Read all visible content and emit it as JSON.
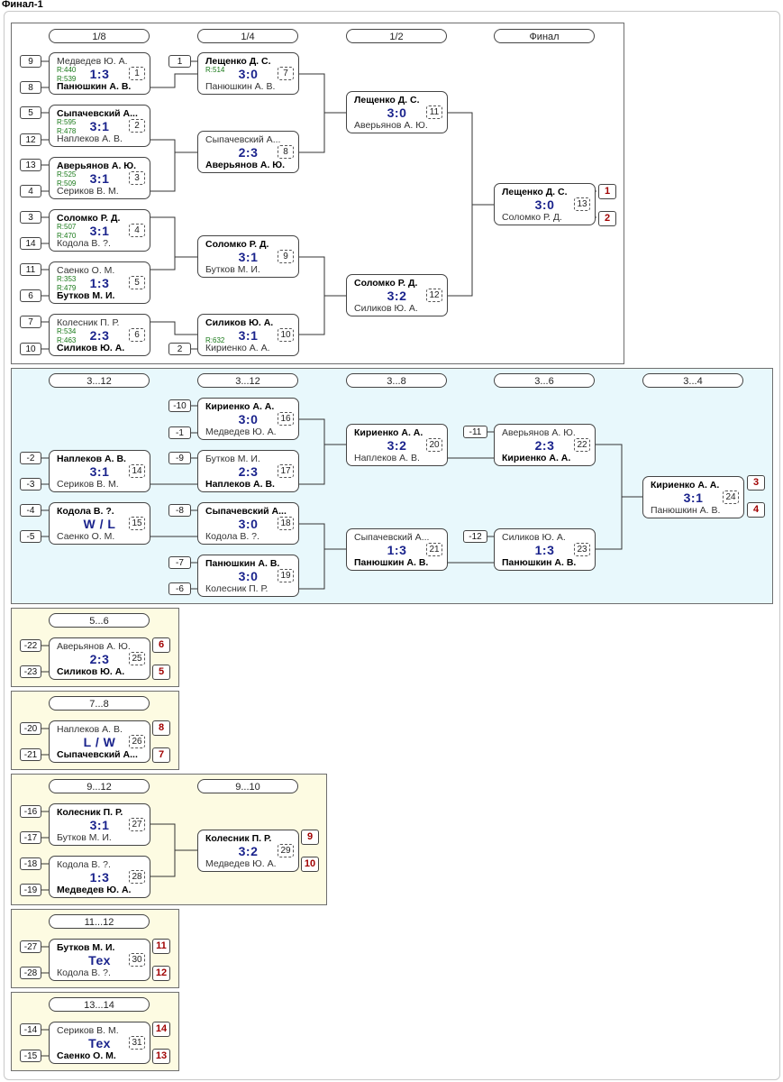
{
  "title": "Финал-1",
  "headers": [
    {
      "label": "1/8"
    },
    {
      "label": "1/4"
    },
    {
      "label": "1/2"
    },
    {
      "label": "Финал"
    },
    {
      "label": "3...12"
    },
    {
      "label": "3...12"
    },
    {
      "label": "3...8"
    },
    {
      "label": "3...6"
    },
    {
      "label": "3...4"
    },
    {
      "label": "5...6"
    },
    {
      "label": "7...8"
    },
    {
      "label": "9...12"
    },
    {
      "label": "9...10"
    },
    {
      "label": "11...12"
    },
    {
      "label": "13...14"
    }
  ],
  "seeds": [
    {
      "label": "9"
    },
    {
      "label": "8"
    },
    {
      "label": "5"
    },
    {
      "label": "12"
    },
    {
      "label": "13"
    },
    {
      "label": "4"
    },
    {
      "label": "3"
    },
    {
      "label": "14"
    },
    {
      "label": "11"
    },
    {
      "label": "6"
    },
    {
      "label": "7"
    },
    {
      "label": "10"
    },
    {
      "label": "1"
    },
    {
      "label": "2"
    },
    {
      "label": "-10"
    },
    {
      "label": "-1"
    },
    {
      "label": "-9"
    },
    {
      "label": "-2"
    },
    {
      "label": "-3"
    },
    {
      "label": "-8"
    },
    {
      "label": "-4"
    },
    {
      "label": "-5"
    },
    {
      "label": "-7"
    },
    {
      "label": "-6"
    },
    {
      "label": "-11"
    },
    {
      "label": "-12"
    },
    {
      "label": "-22"
    },
    {
      "label": "-23"
    },
    {
      "label": "-20"
    },
    {
      "label": "-21"
    },
    {
      "label": "-16"
    },
    {
      "label": "-17"
    },
    {
      "label": "-18"
    },
    {
      "label": "-19"
    },
    {
      "label": "-27"
    },
    {
      "label": "-28"
    },
    {
      "label": "-14"
    },
    {
      "label": "-15"
    }
  ],
  "places": [
    {
      "label": "1"
    },
    {
      "label": "2"
    },
    {
      "label": "3"
    },
    {
      "label": "4"
    },
    {
      "label": "6"
    },
    {
      "label": "5"
    },
    {
      "label": "8"
    },
    {
      "label": "7"
    },
    {
      "label": "9"
    },
    {
      "label": "10"
    },
    {
      "label": "11"
    },
    {
      "label": "12"
    },
    {
      "label": "14"
    },
    {
      "label": "13"
    }
  ],
  "matches": [
    {
      "top": "Медведев Ю. А.",
      "bottom": "Панюшкин А. В.",
      "score": "1:3",
      "num": "1",
      "r1": "R:440",
      "r2": "R:539",
      "winner": "bottom"
    },
    {
      "top": "Сыпачевский А...",
      "bottom": "Наплеков А. В.",
      "score": "3:1",
      "num": "2",
      "r1": "R:595",
      "r2": "R:478",
      "winner": "top"
    },
    {
      "top": "Аверьянов А. Ю.",
      "bottom": "Сериков В. М.",
      "score": "3:1",
      "num": "3",
      "r1": "R:525",
      "r2": "R:509",
      "winner": "top"
    },
    {
      "top": "Соломко Р. Д.",
      "bottom": "Кодола В. ?.",
      "score": "3:1",
      "num": "4",
      "r1": "R:507",
      "r2": "R:470",
      "winner": "top"
    },
    {
      "top": "Саенко О. М.",
      "bottom": "Бутков М. И.",
      "score": "1:3",
      "num": "5",
      "r1": "R:353",
      "r2": "R:479",
      "winner": "bottom"
    },
    {
      "top": "Колесник П. Р.",
      "bottom": "Силиков Ю. А.",
      "score": "2:3",
      "num": "6",
      "r1": "R:534",
      "r2": "R:463",
      "winner": "bottom"
    },
    {
      "top": "Лещенко Д. С.",
      "bottom": "Панюшкин А. В.",
      "score": "3:0",
      "num": "7",
      "r1": "R:514",
      "r2": "",
      "winner": "top"
    },
    {
      "top": "Сыпачевский А...",
      "bottom": "Аверьянов А. Ю.",
      "score": "2:3",
      "num": "8",
      "r1": "",
      "r2": "",
      "winner": "bottom"
    },
    {
      "top": "Соломко Р. Д.",
      "bottom": "Бутков М. И.",
      "score": "3:1",
      "num": "9",
      "r1": "",
      "r2": "",
      "winner": "top"
    },
    {
      "top": "Силиков Ю. А.",
      "bottom": "Кириенко А. А.",
      "score": "3:1",
      "num": "10",
      "r1": "",
      "r2": "R:632",
      "winner": "top"
    },
    {
      "top": "Лещенко Д. С.",
      "bottom": "Аверьянов А. Ю.",
      "score": "3:0",
      "num": "11",
      "r1": "",
      "r2": "",
      "winner": "top"
    },
    {
      "top": "Соломко Р. Д.",
      "bottom": "Силиков Ю. А.",
      "score": "3:2",
      "num": "12",
      "r1": "",
      "r2": "",
      "winner": "top"
    },
    {
      "top": "Лещенко Д. С.",
      "bottom": "Соломко Р. Д.",
      "score": "3:0",
      "num": "13",
      "r1": "",
      "r2": "",
      "winner": "top"
    },
    {
      "top": "Кириенко А. А.",
      "bottom": "Медведев Ю. А.",
      "score": "3:0",
      "num": "16",
      "r1": "",
      "r2": "",
      "winner": "top"
    },
    {
      "top": "Бутков М. И.",
      "bottom": "Наплеков А. В.",
      "score": "2:3",
      "num": "17",
      "r1": "",
      "r2": "",
      "winner": "bottom"
    },
    {
      "top": "Наплеков А. В.",
      "bottom": "Сериков В. М.",
      "score": "3:1",
      "num": "14",
      "r1": "",
      "r2": "",
      "winner": "top"
    },
    {
      "top": "Сыпачевский А...",
      "bottom": "Кодола В. ?.",
      "score": "3:0",
      "num": "18",
      "r1": "",
      "r2": "",
      "winner": "top"
    },
    {
      "top": "Кодола В. ?.",
      "bottom": "Саенко О. М.",
      "score": "W / L",
      "num": "15",
      "r1": "",
      "r2": "",
      "winner": "top"
    },
    {
      "top": "Панюшкин А. В.",
      "bottom": "Колесник П. Р.",
      "score": "3:0",
      "num": "19",
      "r1": "",
      "r2": "",
      "winner": "top"
    },
    {
      "top": "Кириенко А. А.",
      "bottom": "Наплеков А. В.",
      "score": "3:2",
      "num": "20",
      "r1": "",
      "r2": "",
      "winner": "top"
    },
    {
      "top": "Сыпачевский А...",
      "bottom": "Панюшкин А. В.",
      "score": "1:3",
      "num": "21",
      "r1": "",
      "r2": "",
      "winner": "bottom"
    },
    {
      "top": "Аверьянов А. Ю.",
      "bottom": "Кириенко А. А.",
      "score": "2:3",
      "num": "22",
      "r1": "",
      "r2": "",
      "winner": "bottom"
    },
    {
      "top": "Силиков Ю. А.",
      "bottom": "Панюшкин А. В.",
      "score": "1:3",
      "num": "23",
      "r1": "",
      "r2": "",
      "winner": "bottom"
    },
    {
      "top": "Кириенко А. А.",
      "bottom": "Панюшкин А. В.",
      "score": "3:1",
      "num": "24",
      "r1": "",
      "r2": "",
      "winner": "top"
    },
    {
      "top": "Аверьянов А. Ю.",
      "bottom": "Силиков Ю. А.",
      "score": "2:3",
      "num": "25",
      "r1": "",
      "r2": "",
      "winner": "bottom"
    },
    {
      "top": "Наплеков А. В.",
      "bottom": "Сыпачевский А...",
      "score": "L / W",
      "num": "26",
      "r1": "",
      "r2": "",
      "winner": "bottom"
    },
    {
      "top": "Колесник П. Р.",
      "bottom": "Бутков М. И.",
      "score": "3:1",
      "num": "27",
      "r1": "",
      "r2": "",
      "winner": "top"
    },
    {
      "top": "Кодола В. ?.",
      "bottom": "Медведев Ю. А.",
      "score": "1:3",
      "num": "28",
      "r1": "",
      "r2": "",
      "winner": "bottom"
    },
    {
      "top": "Колесник П. Р.",
      "bottom": "Медведев Ю. А.",
      "score": "3:2",
      "num": "29",
      "r1": "",
      "r2": "",
      "winner": "top"
    },
    {
      "top": "Бутков М. И.",
      "bottom": "Кодола В. ?.",
      "score": "Тех",
      "num": "30",
      "r1": "",
      "r2": "",
      "winner": "top"
    },
    {
      "top": "Сериков В. М.",
      "bottom": "Саенко О. М.",
      "score": "Тех",
      "num": "31",
      "r1": "",
      "r2": "",
      "winner": "bottom"
    }
  ]
}
